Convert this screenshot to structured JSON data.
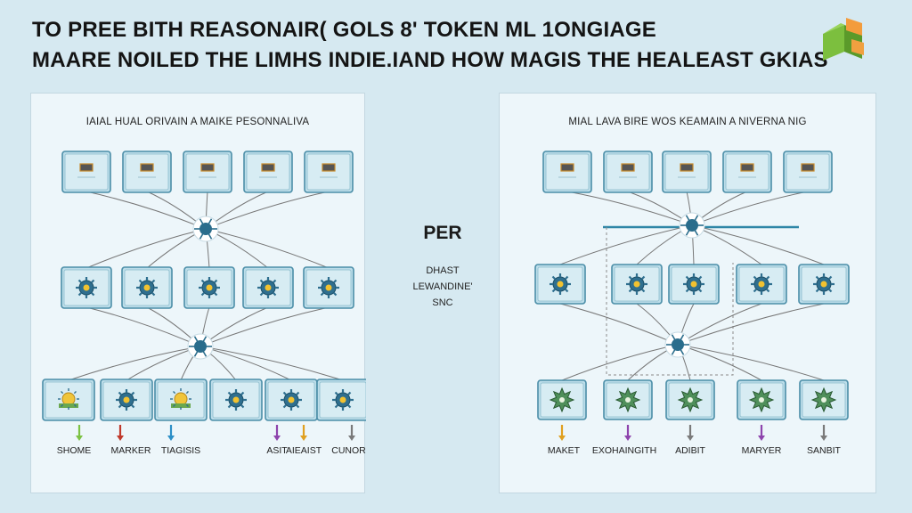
{
  "header": {
    "line1": "TO PREE BITH REASONAIR( GOLS 8' TOKEN ML 1ONGIAGE",
    "line2": "MAARE NOILED THE LIMHS INDIE.IAND HOW MAGIS THE HEALEAST GKIAS"
  },
  "left_panel": {
    "title": "IAIAL HUAL ORIVAIN A MAIKE PESONNALIVA",
    "labels": [
      "SHOME",
      "MARKER",
      "TIAGISIS",
      "ASIT",
      "AIEAIST",
      "CUNORE"
    ]
  },
  "right_panel": {
    "title": "MIAL LAVA BIRE WOS KEAMAIN A NIVERNA NIG",
    "labels": [
      "MAKET",
      "EXOHAINGITH",
      "ADIBIT",
      "MARYER",
      "SANBIT"
    ]
  },
  "center": {
    "title": "PER",
    "line1": "DHAST",
    "line2": "LEWANDINE'",
    "line3": "SNC"
  },
  "colors": {
    "background": "#d6e9f1",
    "panel": "#edf6fa",
    "node_fill": "#bcdde9",
    "node_border": "#4b8ea8",
    "connector": "#777777",
    "bus_line": "#2e86a6",
    "arrow_colors": [
      "#7cc243",
      "#c0392b",
      "#2c8fc7",
      "#8e44ad",
      "#e0a020",
      "#7a7a7a"
    ]
  }
}
